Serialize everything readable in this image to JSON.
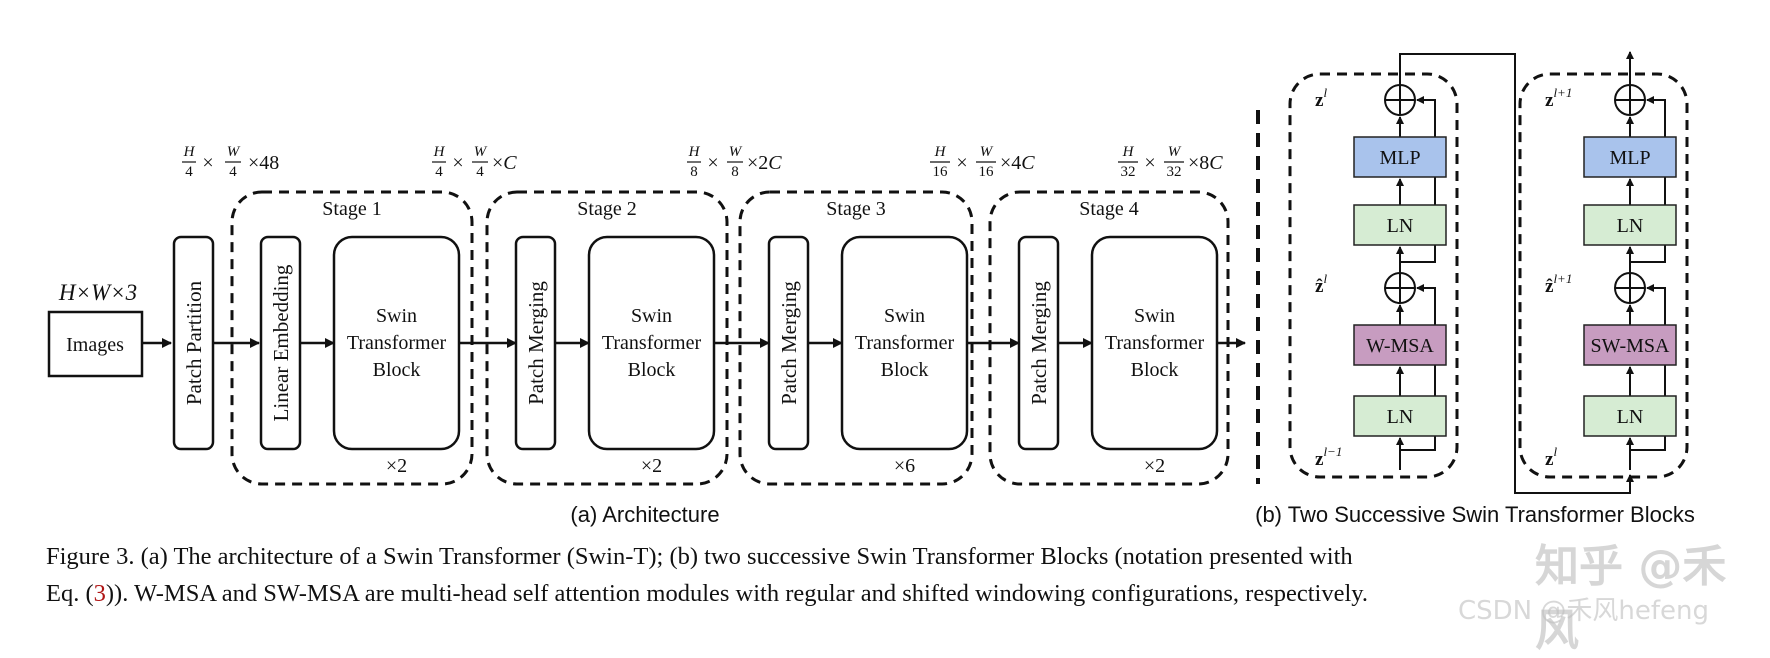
{
  "figure": {
    "input": {
      "dims": "H×W×3",
      "box_label": "Images"
    },
    "patch_partition": "Patch Partition",
    "dims_after_partition": "H/4 × W/4 × 48",
    "stages": [
      {
        "title": "Stage 1",
        "first_block": "Linear Embedding",
        "dims": "H/4 × W/4 × C",
        "block_line1": "Swin",
        "block_line2": "Transformer",
        "block_line3": "Block",
        "repeat": "×2"
      },
      {
        "title": "Stage 2",
        "first_block": "Patch Merging",
        "dims": "H/8 × W/8 × 2C",
        "block_line1": "Swin",
        "block_line2": "Transformer",
        "block_line3": "Block",
        "repeat": "×2"
      },
      {
        "title": "Stage 3",
        "first_block": "Patch Merging",
        "dims": "H/16 × W/16 × 4C",
        "block_line1": "Swin",
        "block_line2": "Transformer",
        "block_line3": "Block",
        "repeat": "×6"
      },
      {
        "title": "Stage 4",
        "first_block": "Patch Merging",
        "dims": "H/32 × W/32 × 8C",
        "block_line1": "Swin",
        "block_line2": "Transformer",
        "block_line3": "Block",
        "repeat": "×2"
      }
    ],
    "panel_a_label": "(a) Architecture",
    "panel_b_label": "(b) Two Successive Swin Transformer Blocks",
    "blocks": [
      {
        "mlp": "MLP",
        "ln_top": "LN",
        "attn": "W-MSA",
        "ln_bottom": "LN",
        "z_out": "z^l",
        "z_mid": "ẑ^l",
        "z_in": "z^{l−1}"
      },
      {
        "mlp": "MLP",
        "ln_top": "LN",
        "attn": "SW-MSA",
        "ln_bottom": "LN",
        "z_out": "z^{l+1}",
        "z_mid": "ẑ^{l+1}",
        "z_in": "z^l"
      }
    ],
    "colors": {
      "mlp": "#a9c3ec",
      "ln": "#d6ecd3",
      "attn": "#c79cc0",
      "ref": "#b01515"
    }
  },
  "caption": {
    "line1": "Figure 3. (a) The architecture of a Swin Transformer (Swin-T); (b) two successive Swin Transformer Blocks (notation presented with",
    "line2_pre": "Eq. (",
    "line2_ref": "3",
    "line2_post": ")). W-MSA and SW-MSA are multi-head self attention modules with regular and shifted windowing configurations, respectively."
  },
  "watermark": {
    "zh": "知乎 @禾风",
    "csdn": "CSDN @禾风hefeng"
  }
}
